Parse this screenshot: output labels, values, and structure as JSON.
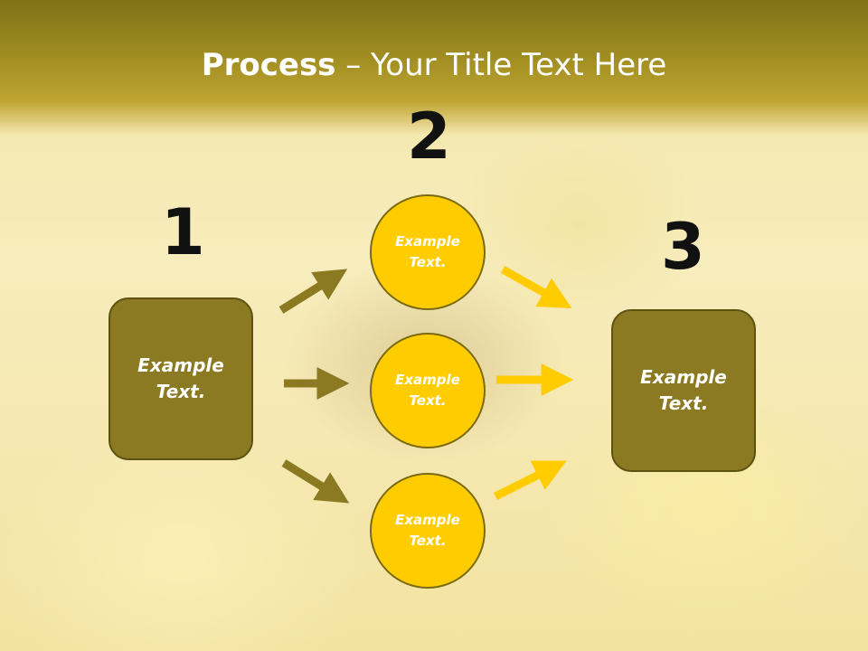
{
  "title": {
    "bold": "Process",
    "rest": " – Your Title Text Here"
  },
  "steps": {
    "one": "1",
    "two": "2",
    "three": "3"
  },
  "left_box": {
    "line1": "Example",
    "line2": "Text."
  },
  "circles": [
    {
      "line1": "Example",
      "line2": "Text."
    },
    {
      "line1": "Example",
      "line2": "Text."
    },
    {
      "line1": "Example",
      "line2": "Text."
    }
  ],
  "right_box": {
    "line1": "Example",
    "line2": "Text."
  },
  "colors": {
    "box": "#8b7a22",
    "circle": "#ffcc00",
    "arrow_dark": "#8b7a22",
    "arrow_yellow": "#ffcc00"
  }
}
